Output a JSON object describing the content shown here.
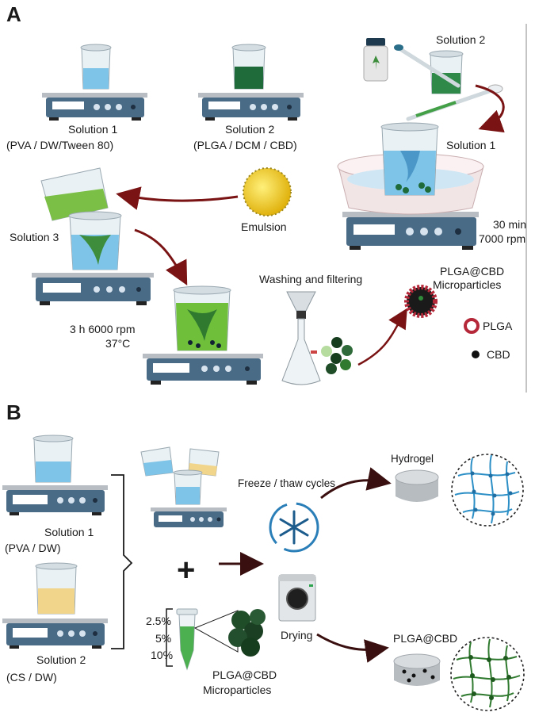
{
  "panel_a": {
    "letter": "A",
    "solution1_title": "Solution 1",
    "solution1_components": "(PVA / DW/Tween 80)",
    "solution2_title": "Solution 2",
    "solution2_components": "(PLGA / DCM / CBD)",
    "solution2_top_label": "Solution 2",
    "solution1_right_label": "Solution 1",
    "emulsion_label": "Emulsion",
    "solution3_label": "Solution 3",
    "mix_time": "30 min",
    "mix_speed": "7000 rpm",
    "stir_conditions": "3 h  6000 rpm",
    "stir_temp": "37°C",
    "washing_label": "Washing and filtering",
    "product_line1": "PLGA@CBD",
    "product_line2": "Microparticles",
    "legend_plga": "PLGA",
    "legend_cbd": "CBD"
  },
  "panel_b": {
    "letter": "B",
    "solution1_title": "Solution 1",
    "solution1_components": "(PVA / DW)",
    "solution2_title": "Solution 2",
    "solution2_components": "(CS / DW)",
    "concentrations": [
      "2.5%",
      "5%",
      "10%"
    ],
    "plus_sign": "+",
    "freeze_label": "Freeze / thaw cycles",
    "drying_label": "Drying",
    "hydrogel_label": "Hydrogel",
    "composite_label": "PLGA@CBD",
    "micro_line1": "PLGA@CBD",
    "micro_line2": "Microparticles"
  },
  "colors": {
    "arrow_red": "#7a1414",
    "water_blue": "#7ec4e8",
    "dark_green": "#1f6b3a",
    "light_green": "#6fbf3b",
    "yellow": "#e6c12c",
    "chitosan_yellow": "#f1d58a",
    "plga_ring": "#b5283a",
    "network_blue": "#2c8fc6",
    "network_green": "#2f7a2f"
  }
}
